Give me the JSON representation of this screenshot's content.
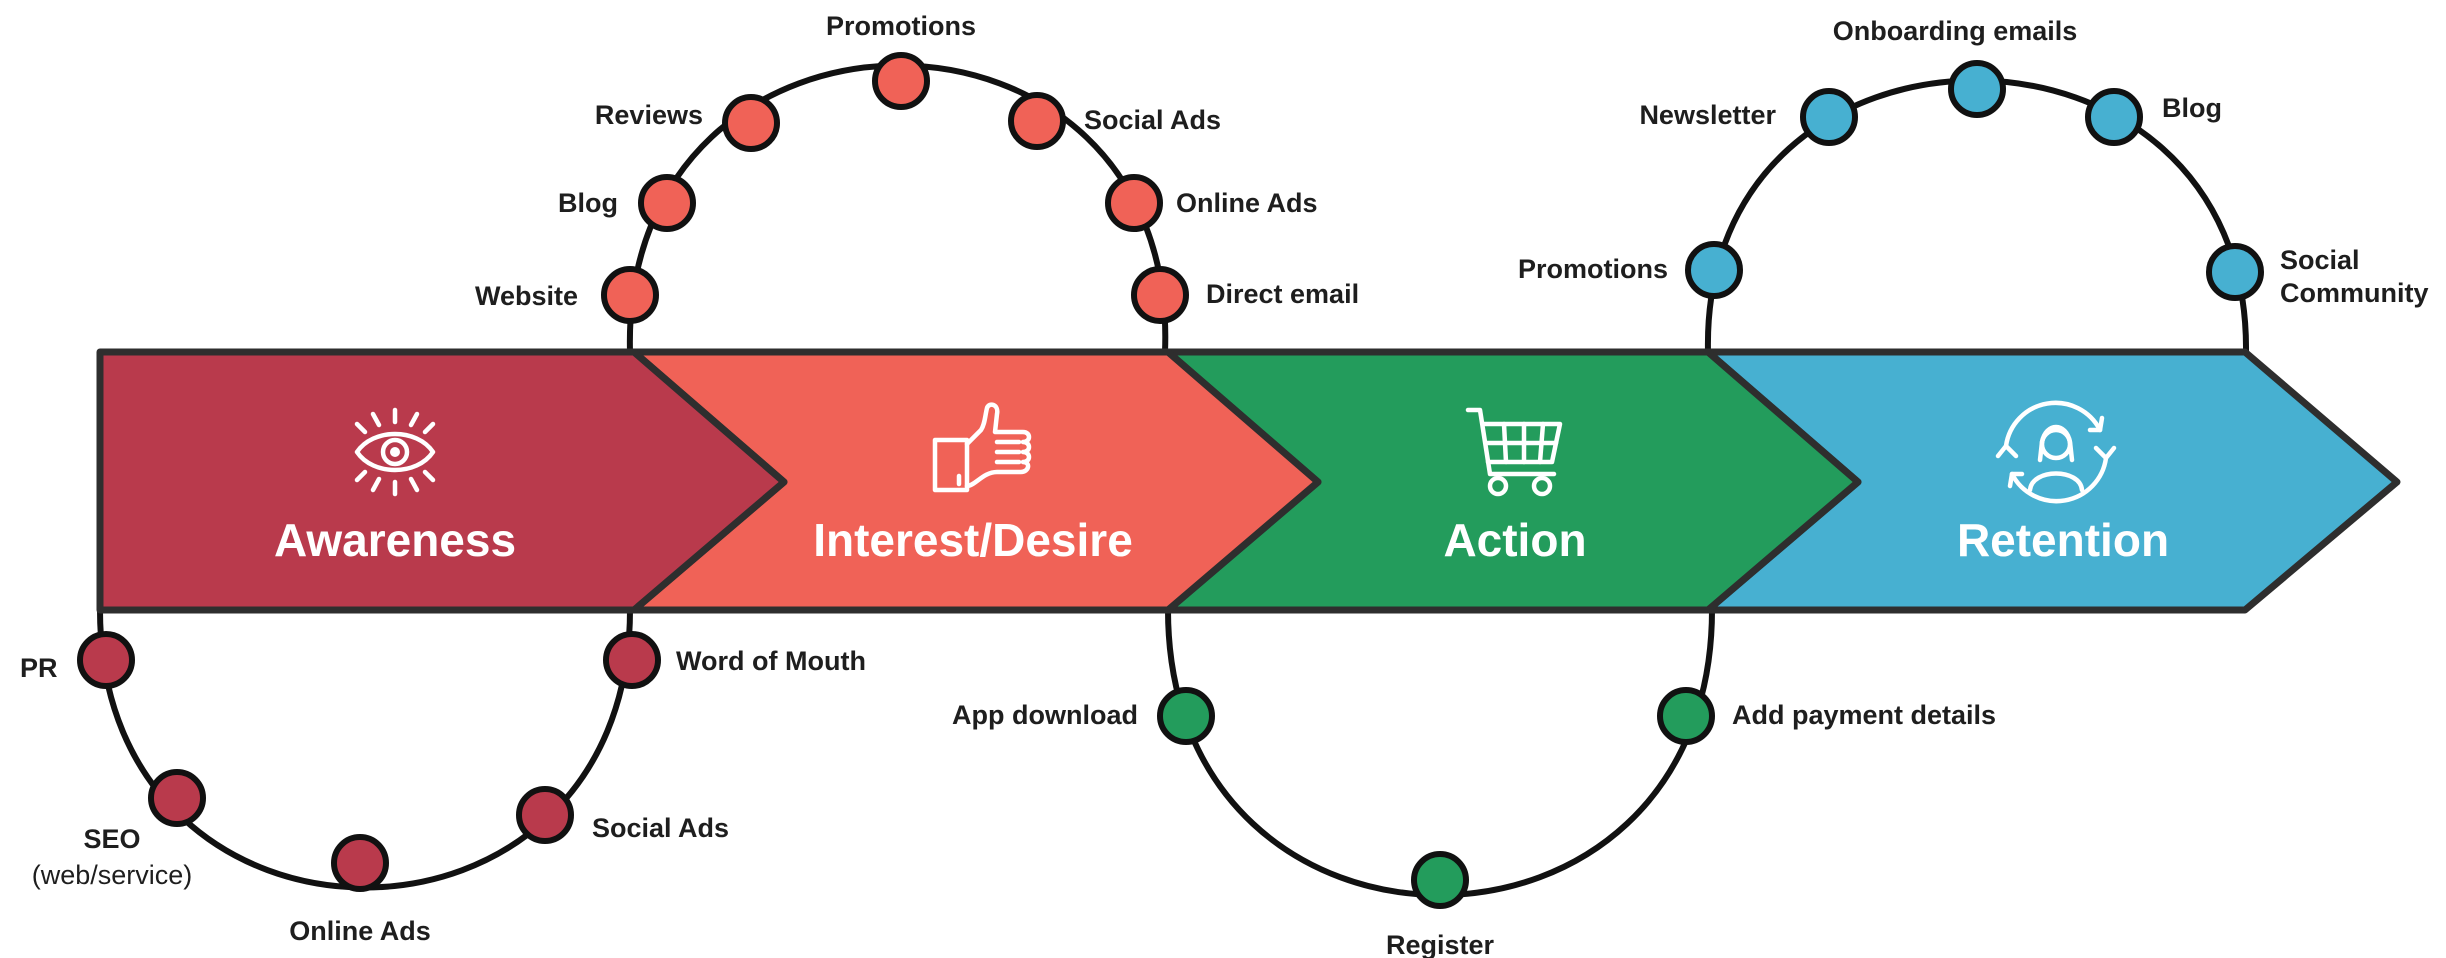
{
  "colors": {
    "awareness": "#b93a4c",
    "interest": "#f06257",
    "action": "#239c5c",
    "retention": "#47b0d1"
  },
  "stages": [
    {
      "title": "Awareness",
      "icon": "eye-icon"
    },
    {
      "title": "Interest/Desire",
      "icon": "thumbs-up-icon"
    },
    {
      "title": "Action",
      "icon": "shopping-cart-icon"
    },
    {
      "title": "Retention",
      "icon": "person-refresh-icon"
    }
  ],
  "awareness_touchpoints": {
    "pr": "PR",
    "seo": "SEO",
    "seo_sub": "(web/service)",
    "online_ads": "Online Ads",
    "social_ads": "Social Ads",
    "word_of_mouth": "Word of Mouth"
  },
  "interest_touchpoints": {
    "website": "Website",
    "blog": "Blog",
    "reviews": "Reviews",
    "promotions": "Promotions",
    "social_ads": "Social Ads",
    "online_ads": "Online Ads",
    "direct_email": "Direct email"
  },
  "action_touchpoints": {
    "app_download": "App download",
    "register": "Register",
    "add_payment_details": "Add payment details"
  },
  "retention_touchpoints": {
    "promotions": "Promotions",
    "newsletter": "Newsletter",
    "onboarding_emails": "Onboarding emails",
    "blog": "Blog",
    "social": "Social",
    "community": "Community"
  }
}
